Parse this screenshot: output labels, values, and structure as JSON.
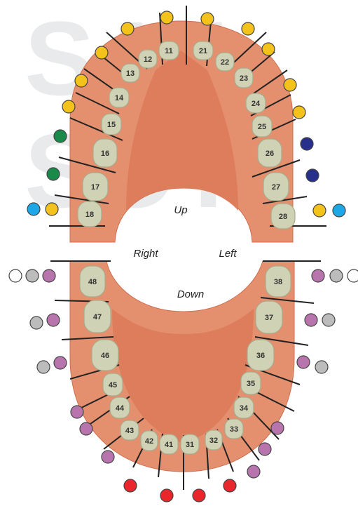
{
  "labels": {
    "up": "Up",
    "down": "Down",
    "right": "Right",
    "left": "Left"
  },
  "watermark": {
    "line1": "SAIL",
    "line2": "SOT"
  },
  "colors": {
    "gum": "#e4906f",
    "gum_edge": "#cf6d4e",
    "palate": "#dd7d5c",
    "tooth": "#cfd2b4",
    "tooth_edge": "#a9ab8c",
    "line": "#222222",
    "yellow": "#f3c21b",
    "green": "#1a8a4a",
    "navy": "#27318c",
    "cyan": "#1ea7e6",
    "purple": "#b774ad",
    "gray": "#bcbcbc",
    "white": "#ffffff",
    "red": "#e8262c"
  },
  "upper_teeth": [
    "11",
    "12",
    "13",
    "14",
    "15",
    "16",
    "17",
    "18",
    "21",
    "22",
    "23",
    "24",
    "25",
    "26",
    "27",
    "28"
  ],
  "lower_teeth": [
    "31",
    "32",
    "33",
    "34",
    "35",
    "36",
    "37",
    "38",
    "41",
    "42",
    "43",
    "44",
    "45",
    "46",
    "47",
    "48"
  ],
  "dot_rows": [
    {
      "tooth": "11",
      "dots": [
        "yellow"
      ]
    },
    {
      "tooth": "12",
      "dots": [
        "yellow"
      ]
    },
    {
      "tooth": "13",
      "dots": [
        "yellow"
      ]
    },
    {
      "tooth": "14",
      "dots": [
        "yellow"
      ]
    },
    {
      "tooth": "15",
      "dots": [
        "yellow"
      ]
    },
    {
      "tooth": "16",
      "dots": [
        "green"
      ]
    },
    {
      "tooth": "17",
      "dots": [
        "green"
      ]
    },
    {
      "tooth": "18",
      "dots": [
        "cyan",
        "yellow"
      ]
    },
    {
      "tooth": "21",
      "dots": [
        "yellow"
      ]
    },
    {
      "tooth": "22",
      "dots": [
        "yellow"
      ]
    },
    {
      "tooth": "23",
      "dots": [
        "yellow"
      ]
    },
    {
      "tooth": "24",
      "dots": [
        "yellow"
      ]
    },
    {
      "tooth": "25",
      "dots": [
        "yellow"
      ]
    },
    {
      "tooth": "26",
      "dots": [
        "navy"
      ]
    },
    {
      "tooth": "27",
      "dots": [
        "navy"
      ]
    },
    {
      "tooth": "28",
      "dots": [
        "yellow",
        "cyan"
      ]
    },
    {
      "tooth": "31",
      "dots": [
        "red"
      ]
    },
    {
      "tooth": "32",
      "dots": [
        "red"
      ]
    },
    {
      "tooth": "33",
      "dots": [
        "purple"
      ]
    },
    {
      "tooth": "34",
      "dots": [
        "purple"
      ]
    },
    {
      "tooth": "35",
      "dots": [
        "purple"
      ]
    },
    {
      "tooth": "36",
      "dots": [
        "purple",
        "gray"
      ]
    },
    {
      "tooth": "37",
      "dots": [
        "purple",
        "gray"
      ]
    },
    {
      "tooth": "38",
      "dots": [
        "purple",
        "gray",
        "white"
      ]
    },
    {
      "tooth": "41",
      "dots": [
        "red"
      ]
    },
    {
      "tooth": "42",
      "dots": [
        "red"
      ]
    },
    {
      "tooth": "43",
      "dots": [
        "purple"
      ]
    },
    {
      "tooth": "44",
      "dots": [
        "purple"
      ]
    },
    {
      "tooth": "45",
      "dots": [
        "purple"
      ]
    },
    {
      "tooth": "46",
      "dots": [
        "gray",
        "purple"
      ]
    },
    {
      "tooth": "47",
      "dots": [
        "gray",
        "purple"
      ]
    },
    {
      "tooth": "48",
      "dots": [
        "white",
        "gray",
        "purple"
      ]
    }
  ]
}
